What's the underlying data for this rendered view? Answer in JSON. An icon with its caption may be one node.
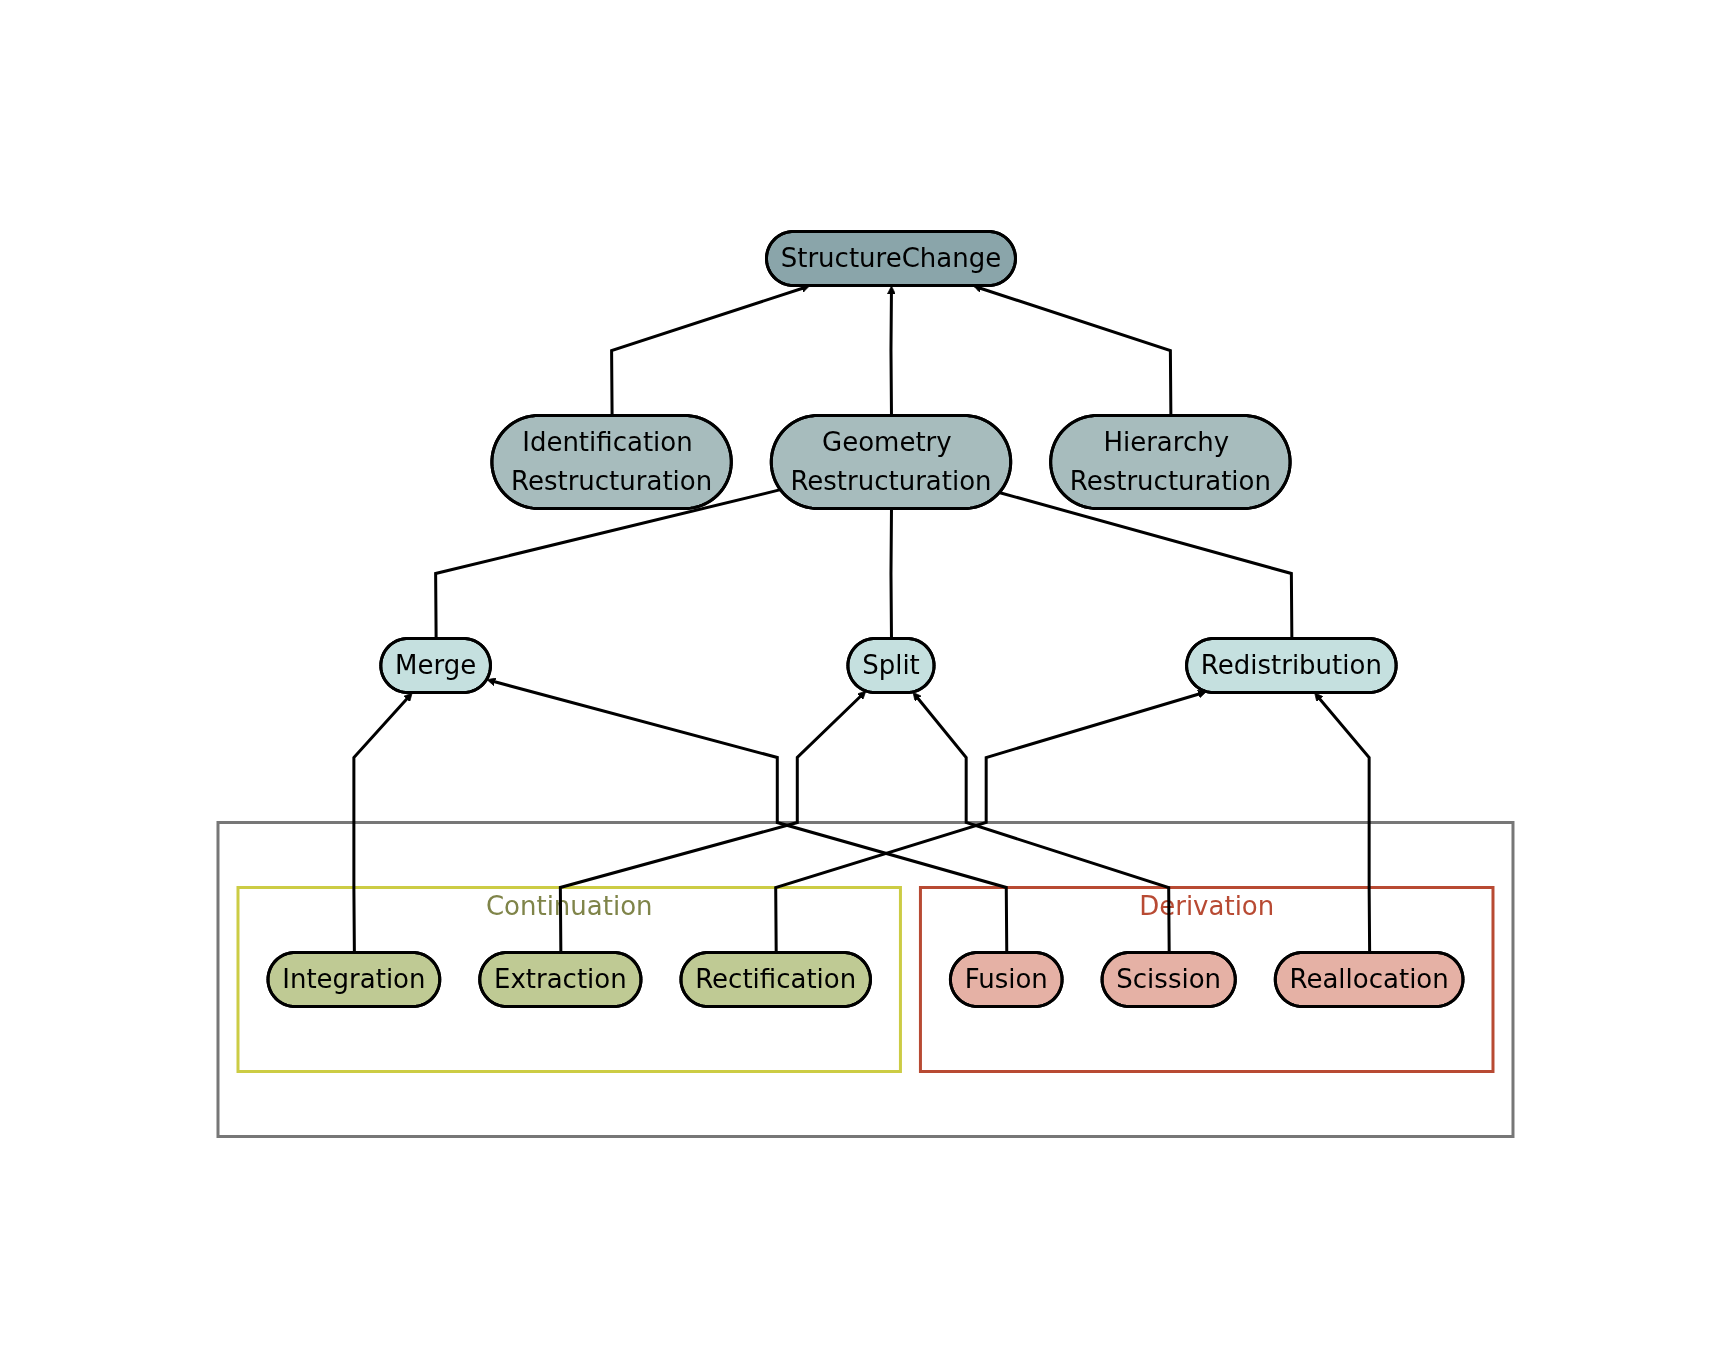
{
  "diagram": {
    "nodes": [
      {
        "text": [
          "StructureChange"
        ]
      },
      {
        "text": [
          "Identification Restructuration"
        ]
      },
      {
        "text": [
          "Geometry Restructuration"
        ]
      },
      {
        "text": [
          "Hierarchy Restructuration"
        ]
      },
      {
        "text": [
          "Merge"
        ]
      },
      {
        "text": [
          "Split"
        ]
      },
      {
        "text": [
          "Redistribution"
        ]
      },
      {
        "text": [],
        "shape": "box"
      },
      {
        "text": [
          "Continuation"
        ],
        "in": 7
      },
      {
        "text": [
          "Integration"
        ],
        "in": 8
      },
      {
        "text": [
          "Extraction"
        ],
        "in": 8
      },
      {
        "text": [
          "Rectification"
        ],
        "in": 8
      },
      {
        "text": [
          "Derivation"
        ],
        "in": 7
      },
      {
        "text": [
          "Fusion"
        ],
        "in": 12
      },
      {
        "text": [
          "Scission"
        ],
        "in": 12
      },
      {
        "text": [
          "Reallocation"
        ],
        "in": 12
      }
    ],
    "edges": [
      {
        "from": 1,
        "to": 0,
        "arrow": "to"
      },
      {
        "from": 2,
        "to": 0,
        "arrow": "to"
      },
      {
        "from": 3,
        "to": 0,
        "arrow": "to"
      },
      {
        "from": 4,
        "to": 2,
        "arrow": "none"
      },
      {
        "from": 5,
        "to": 2,
        "arrow": "none"
      },
      {
        "from": 6,
        "to": 2,
        "arrow": "none"
      },
      {
        "from": 9,
        "to": 4,
        "arrow": "to"
      },
      {
        "from": 13,
        "to": 4,
        "arrow": "to"
      },
      {
        "from": 10,
        "to": 5,
        "arrow": "to"
      },
      {
        "from": 14,
        "to": 5,
        "arrow": "to"
      },
      {
        "from": 11,
        "to": 6,
        "arrow": "to"
      },
      {
        "from": 15,
        "to": 6,
        "arrow": "to"
      }
    ]
  }
}
